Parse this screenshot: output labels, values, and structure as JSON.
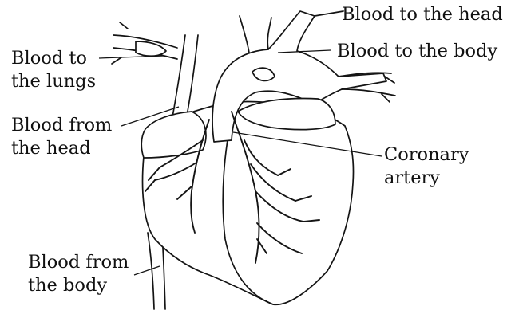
{
  "labels": {
    "blood_to_head": "Blood to the head",
    "blood_to_body": "Blood to the body",
    "blood_to_lungs": [
      "Blood to",
      "the lungs"
    ],
    "blood_from_head": [
      "Blood from",
      "the head"
    ],
    "coronary_artery": [
      "Coronary",
      "artery"
    ],
    "blood_from_body": [
      "Blood from",
      "the body"
    ]
  },
  "style": {
    "ink_color": "#141414",
    "background": "#ffffff"
  }
}
